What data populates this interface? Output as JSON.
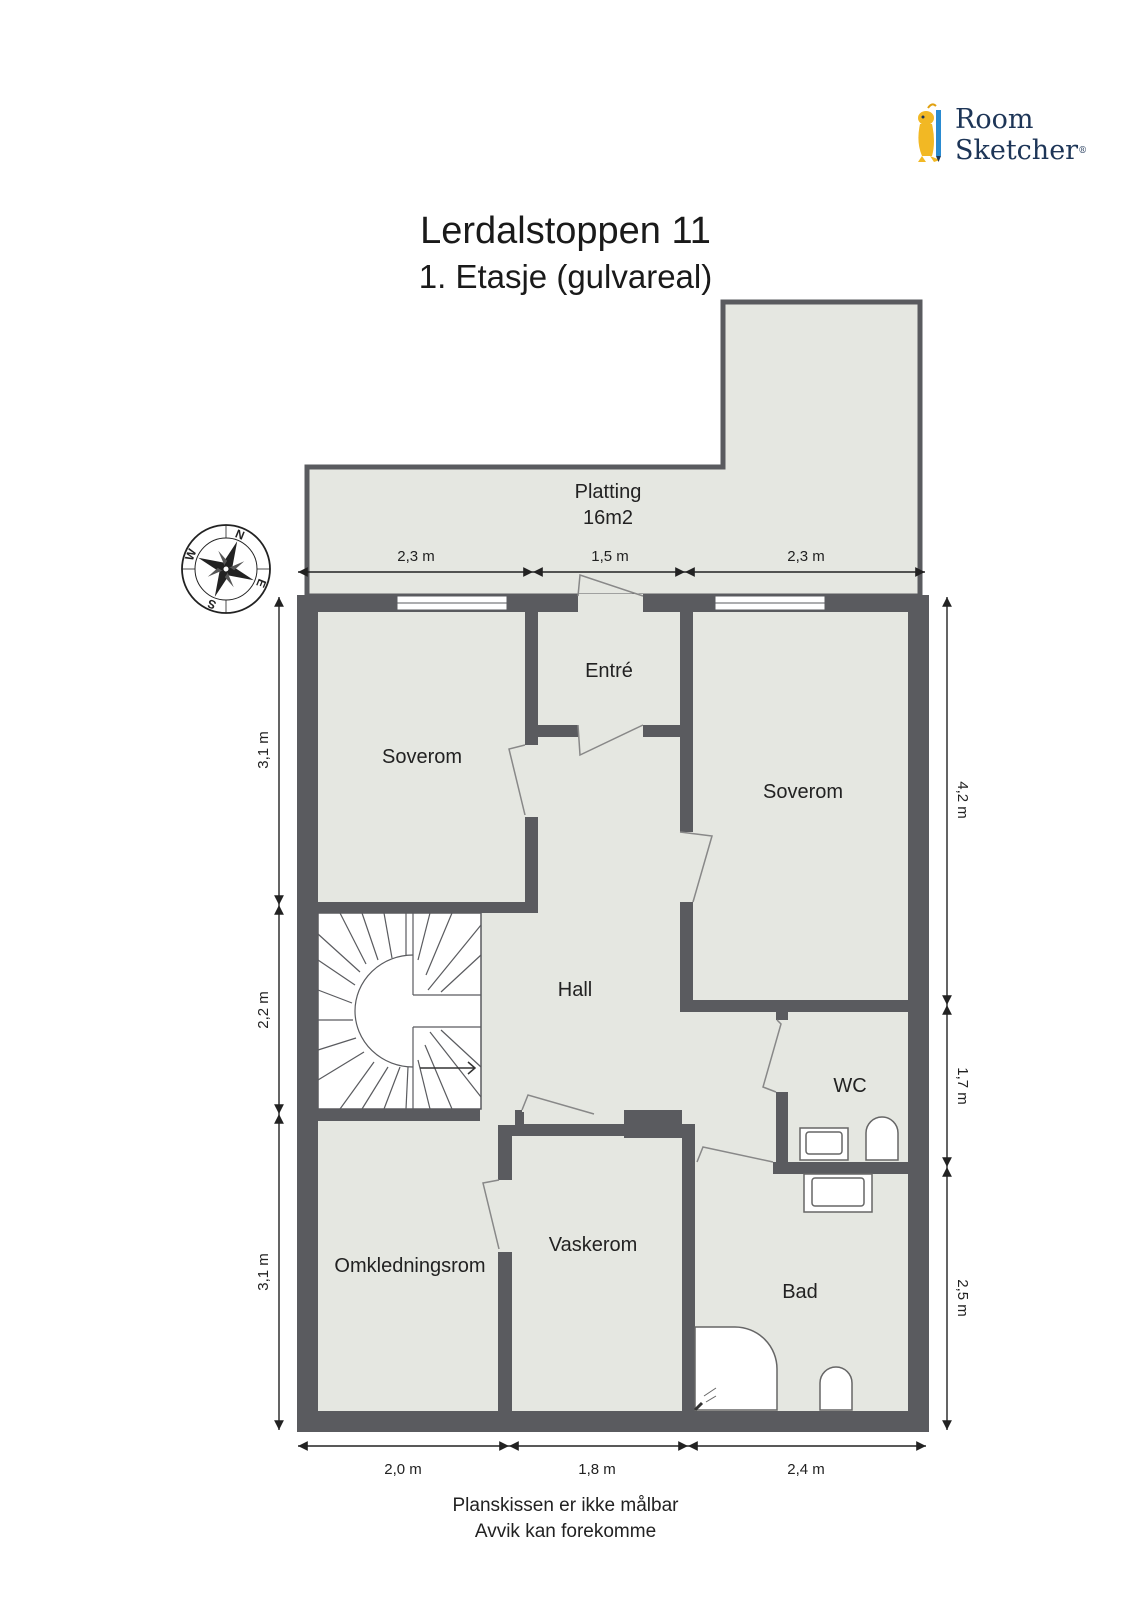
{
  "logo": {
    "line1": "Room",
    "line2": "Sketcher",
    "reg": "®"
  },
  "title": {
    "main": "Lerdalstoppen 11",
    "sub": "1. Etasje (gulvareal)"
  },
  "rooms": {
    "platting": {
      "name": "Platting",
      "area": "16m2"
    },
    "entre": "Entré",
    "soverom_left": "Soverom",
    "soverom_right": "Soverom",
    "hall": "Hall",
    "wc": "WC",
    "omkledningsrom": "Omkledningsrom",
    "vaskerom": "Vaskerom",
    "bad": "Bad"
  },
  "dimensions": {
    "top": [
      "2,3 m",
      "1,5 m",
      "2,3 m"
    ],
    "bottom": [
      "2,0 m",
      "1,8 m",
      "2,4 m"
    ],
    "left": [
      "3,1 m",
      "2,2 m",
      "3,1 m"
    ],
    "right": [
      "4,2 m",
      "1,7 m",
      "2,5 m"
    ]
  },
  "compass": {
    "n": "N",
    "e": "E",
    "s": "S",
    "w": "W"
  },
  "footer": {
    "line1": "Planskissen er ikke målbar",
    "line2": "Avvik kan forekomme"
  },
  "colors": {
    "floor": "#e5e7e1",
    "wall": "#5a5b5f",
    "platting": "#e5e7e1",
    "logo_text": "#1d3557",
    "logo_figure": "#f2b824"
  }
}
